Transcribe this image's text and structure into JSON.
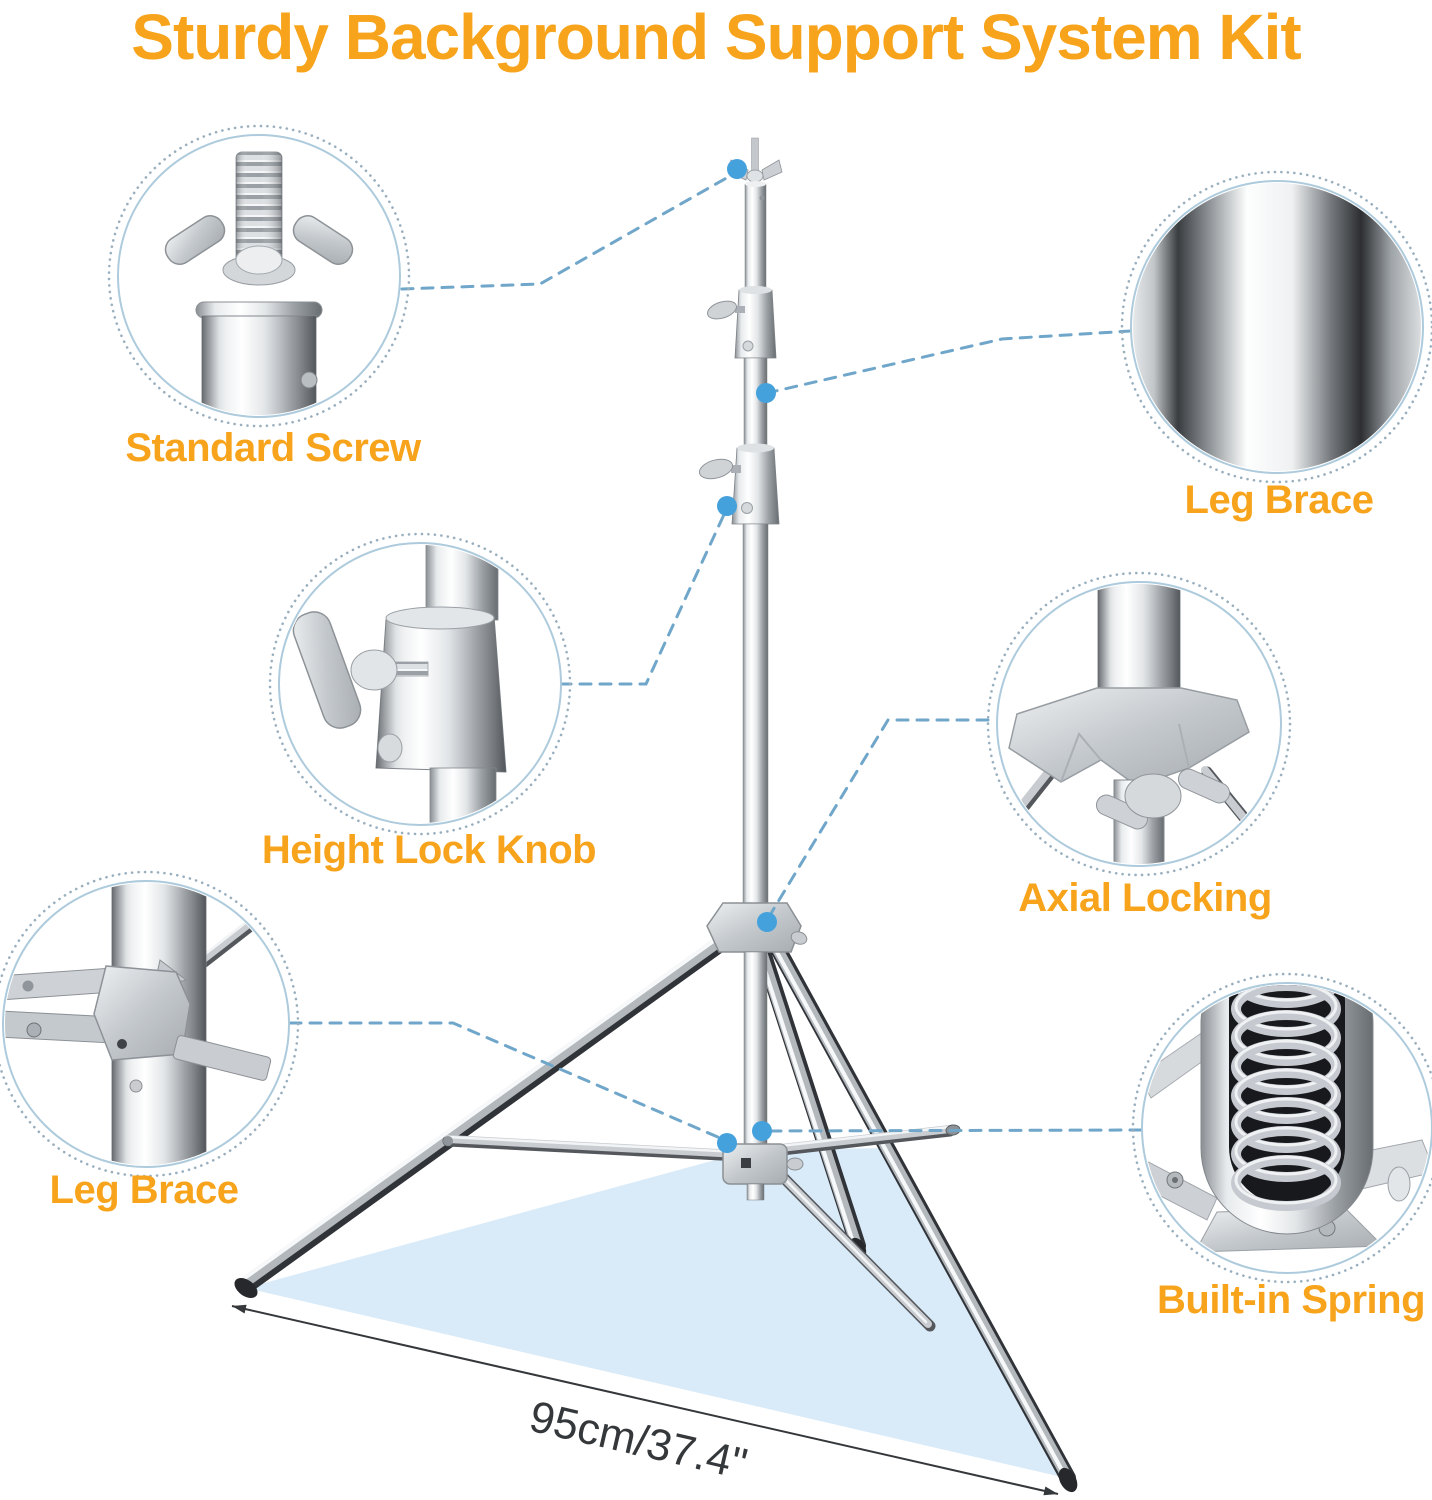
{
  "title": {
    "text": "Sturdy Background Support System Kit"
  },
  "callouts": [
    {
      "id": "standard-screw",
      "label": "Standard Screw"
    },
    {
      "id": "leg-brace-right",
      "label": "Leg Brace"
    },
    {
      "id": "height-lock-knob",
      "label": "Height Lock Knob"
    },
    {
      "id": "axial-locking",
      "label": "Axial Locking"
    },
    {
      "id": "leg-brace-left",
      "label": "Leg Brace"
    },
    {
      "id": "built-in-spring",
      "label": "Built-in Spring"
    }
  ],
  "measurement": {
    "text": "95cm/37.4\""
  },
  "colors": {
    "accent_orange": "#F7A41C",
    "leader_blue": "#6FA6C9",
    "dot_blue": "#45A1DC",
    "floor_blue": "#D9EAF8",
    "measure_dark": "#35383B"
  }
}
